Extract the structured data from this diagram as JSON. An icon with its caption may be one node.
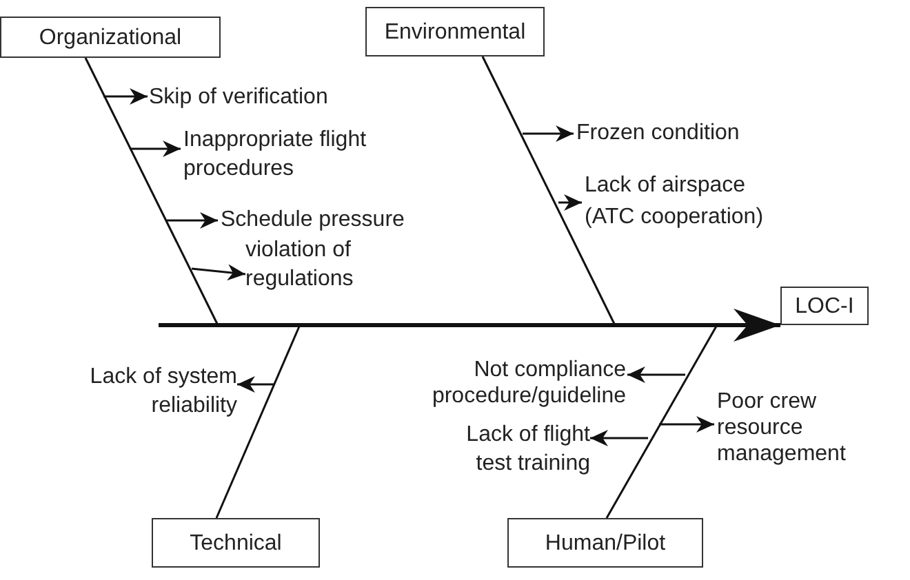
{
  "diagram": {
    "nodes": [
      {
        "text": [
          "Organizational"
        ]
      },
      {
        "text": [
          "Environmental"
        ]
      },
      {
        "text": [
          "Technical"
        ]
      },
      {
        "text": [
          "Human/Pilot"
        ]
      },
      {
        "text": [
          "LOC-I"
        ]
      },
      {
        "text": [
          "Skip of verification"
        ]
      },
      {
        "text": [
          "Inappropriate flight procedures"
        ]
      },
      {
        "text": [
          "Schedule pressure"
        ]
      },
      {
        "text": [
          "violation of regulations"
        ]
      },
      {
        "text": [
          "Frozen condition"
        ]
      },
      {
        "text": [
          "Lack of airspace (ATC cooperation)"
        ]
      },
      {
        "text": [
          "Lack of system reliability"
        ]
      },
      {
        "text": [
          "Not compliance procedure/guideline"
        ]
      },
      {
        "text": [
          "Lack of flight test training"
        ]
      },
      {
        "text": [
          "Poor crew resource management"
        ]
      }
    ],
    "edges": [
      {
        "from": null,
        "to": 4,
        "arrow": "to",
        "style": "thick"
      },
      {
        "from": 0,
        "to": null,
        "arrow": "none"
      },
      {
        "from": 1,
        "to": null,
        "arrow": "none"
      },
      {
        "from": 2,
        "to": null,
        "arrow": "none"
      },
      {
        "from": 3,
        "to": null,
        "arrow": "none"
      },
      {
        "from": null,
        "to": 5,
        "arrow": "to"
      },
      {
        "from": null,
        "to": 6,
        "arrow": "to"
      },
      {
        "from": null,
        "to": 7,
        "arrow": "to"
      },
      {
        "from": null,
        "to": 8,
        "arrow": "to"
      },
      {
        "from": null,
        "to": 9,
        "arrow": "to"
      },
      {
        "from": null,
        "to": 10,
        "arrow": "to"
      },
      {
        "from": null,
        "to": 11,
        "arrow": "to"
      },
      {
        "from": null,
        "to": 12,
        "arrow": "to"
      },
      {
        "from": null,
        "to": 13,
        "arrow": "to"
      },
      {
        "from": null,
        "to": 14,
        "arrow": "to"
      }
    ]
  }
}
